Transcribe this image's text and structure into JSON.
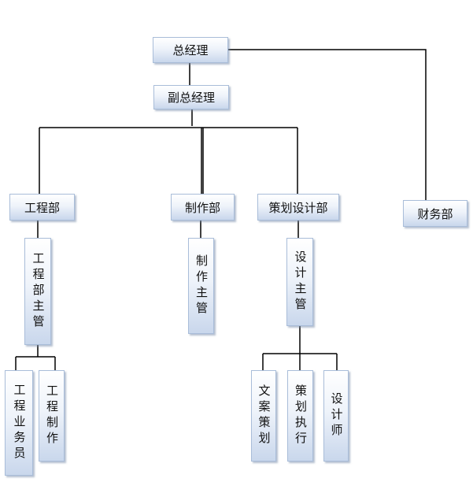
{
  "chart_title": "",
  "nodes": {
    "general_manager": "总经理",
    "deputy_general_manager": "副总经理",
    "engineering_dept": "工程部",
    "production_dept": "制作部",
    "planning_design_dept": "策划设计部",
    "finance_dept": "财务部",
    "engineering_supervisor": "工程部主管",
    "production_supervisor": "制作主管",
    "design_supervisor": "设计主管",
    "engineering_salesman": "工程业务员",
    "engineering_production": "工程制作",
    "copywriting_planning": "文案策划",
    "planning_execution": "策划执行",
    "designer": "设计师"
  },
  "colors": {
    "line": "#000000",
    "box_border": "#a9bdd9"
  }
}
